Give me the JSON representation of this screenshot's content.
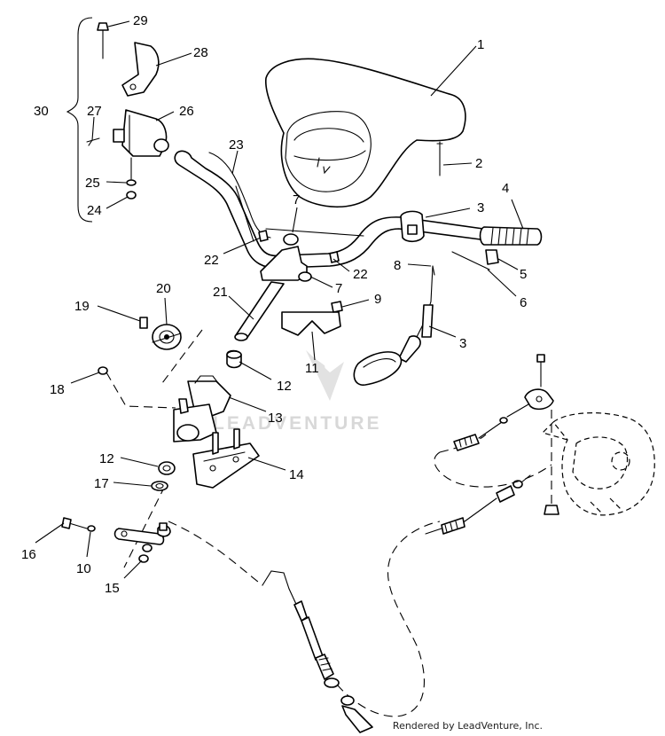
{
  "watermark": "LEADVENTURE",
  "credit": "Rendered by LeadVenture, Inc.",
  "callouts": {
    "c1": "1",
    "c2": "2",
    "c3a": "3",
    "c3b": "3",
    "c4": "4",
    "c5": "5",
    "c6": "6",
    "c7a": "7",
    "c7b": "7",
    "c8": "8",
    "c9": "9",
    "c10": "10",
    "c11": "11",
    "c12a": "12",
    "c12b": "12",
    "c13": "13",
    "c14": "14",
    "c15": "15",
    "c16": "16",
    "c17": "17",
    "c18": "18",
    "c19": "19",
    "c20": "20",
    "c21": "21",
    "c22a": "22",
    "c22b": "22",
    "c23": "23",
    "c24": "24",
    "c25": "25",
    "c26": "26",
    "c27": "27",
    "c28": "28",
    "c29": "29",
    "c30": "30"
  }
}
